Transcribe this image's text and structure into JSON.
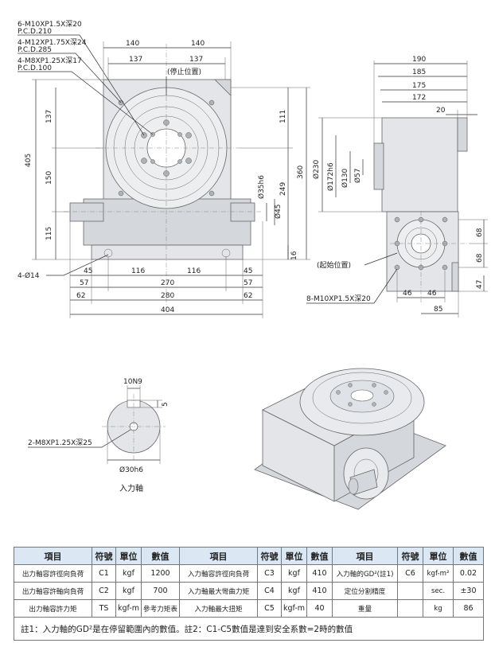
{
  "callouts": {
    "top_holes_1": "6-M10XP1.5X深20",
    "top_holes_1_pcd": "P.C.D.210",
    "top_holes_2": "4-M12XP1.75X深24",
    "top_holes_2_pcd": "P.C.D.285",
    "top_holes_3": "4-M8XP1.25X深17",
    "top_holes_3_pcd": "P.C.D.100",
    "stop_position": "(停止位置)",
    "start_position": "(起始位置)",
    "base_holes": "4-Ø14",
    "side_holes": "8-M10XP1.5X深20",
    "shaft_tap": "2-M8XP1.25X深25",
    "keyway": "10N9",
    "input_shaft_label": "入力軸"
  },
  "dims_front": {
    "top_140_left": "140",
    "top_140_right": "140",
    "top_137_left": "137",
    "top_137_right": "137",
    "h_405": "405",
    "h_137": "137",
    "h_150": "150",
    "h_115": "115",
    "h_111": "111",
    "h_360": "360",
    "h_249": "249",
    "d_35h6": "Ø35h6",
    "d_45": "Ø45",
    "h_16": "16",
    "b_45_left": "45",
    "b_116_left": "116",
    "b_116_right": "116",
    "b_45_right": "45",
    "b_57_left": "57",
    "b_270": "270",
    "b_57_right": "57",
    "b_62_left": "62",
    "b_280": "280",
    "b_62_right": "62",
    "b_404": "404"
  },
  "dims_side": {
    "w_190": "190",
    "w_185": "185",
    "w_175": "175",
    "w_172": "172",
    "w_20": "20",
    "d_230": "Ø230",
    "d_172h6": "Ø172h6",
    "d_130": "Ø130",
    "d_57": "Ø57",
    "h_68_top": "68",
    "h_68_bottom": "68",
    "h_47": "47",
    "w_46_left": "46",
    "w_46_right": "46",
    "w_85": "85"
  },
  "dims_shaft": {
    "keyway_depth": "5",
    "shaft_dia": "Ø30h6"
  },
  "table": {
    "headers": [
      "項目",
      "符號",
      "單位",
      "數值",
      "項目",
      "符號",
      "單位",
      "數值",
      "項目",
      "符號",
      "單位",
      "數值"
    ],
    "rows": [
      [
        "出力軸容許徑向負荷",
        "C1",
        "kgf",
        "1200",
        "入力軸容許徑向負荷",
        "C3",
        "kgf",
        "410",
        "入力軸的GD²(註1)",
        "C6",
        "kgf-m²",
        "0.02"
      ],
      [
        "出力軸容許軸向負荷",
        "C2",
        "kgf",
        "700",
        "入力軸最大彎曲力矩",
        "C4",
        "kgf",
        "410",
        "定位分割精度",
        "",
        "sec.",
        "±30"
      ],
      [
        "出力軸容許力矩",
        "TS",
        "kgf-m",
        "參考力矩表",
        "入力軸最大扭矩",
        "C5",
        "kgf-m",
        "40",
        "重量",
        "",
        "kg",
        "86"
      ]
    ],
    "note": "註1：入力軸的GD²是在停留範圍內的數值。註2：C1-C5數值是達到安全系數=2時的數值"
  }
}
